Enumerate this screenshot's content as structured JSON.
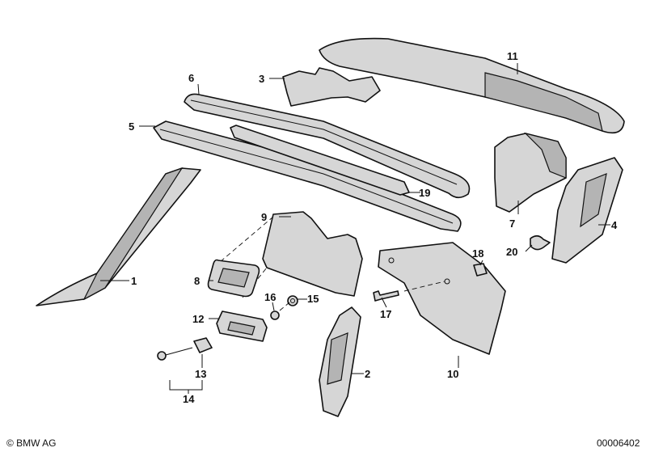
{
  "labels": {
    "p1": "1",
    "p2": "2",
    "p3": "3",
    "p4": "4",
    "p5": "5",
    "p6": "6",
    "p7": "7",
    "p8": "8",
    "p9": "9",
    "p10": "10",
    "p11": "11",
    "p12": "12",
    "p13": "13",
    "p14": "14",
    "p15": "15",
    "p16": "16",
    "p17": "17",
    "p18": "18",
    "p19": "19",
    "p20": "20"
  },
  "footer": {
    "copyright": "© BMW AG",
    "diagram_id": "00006402"
  }
}
